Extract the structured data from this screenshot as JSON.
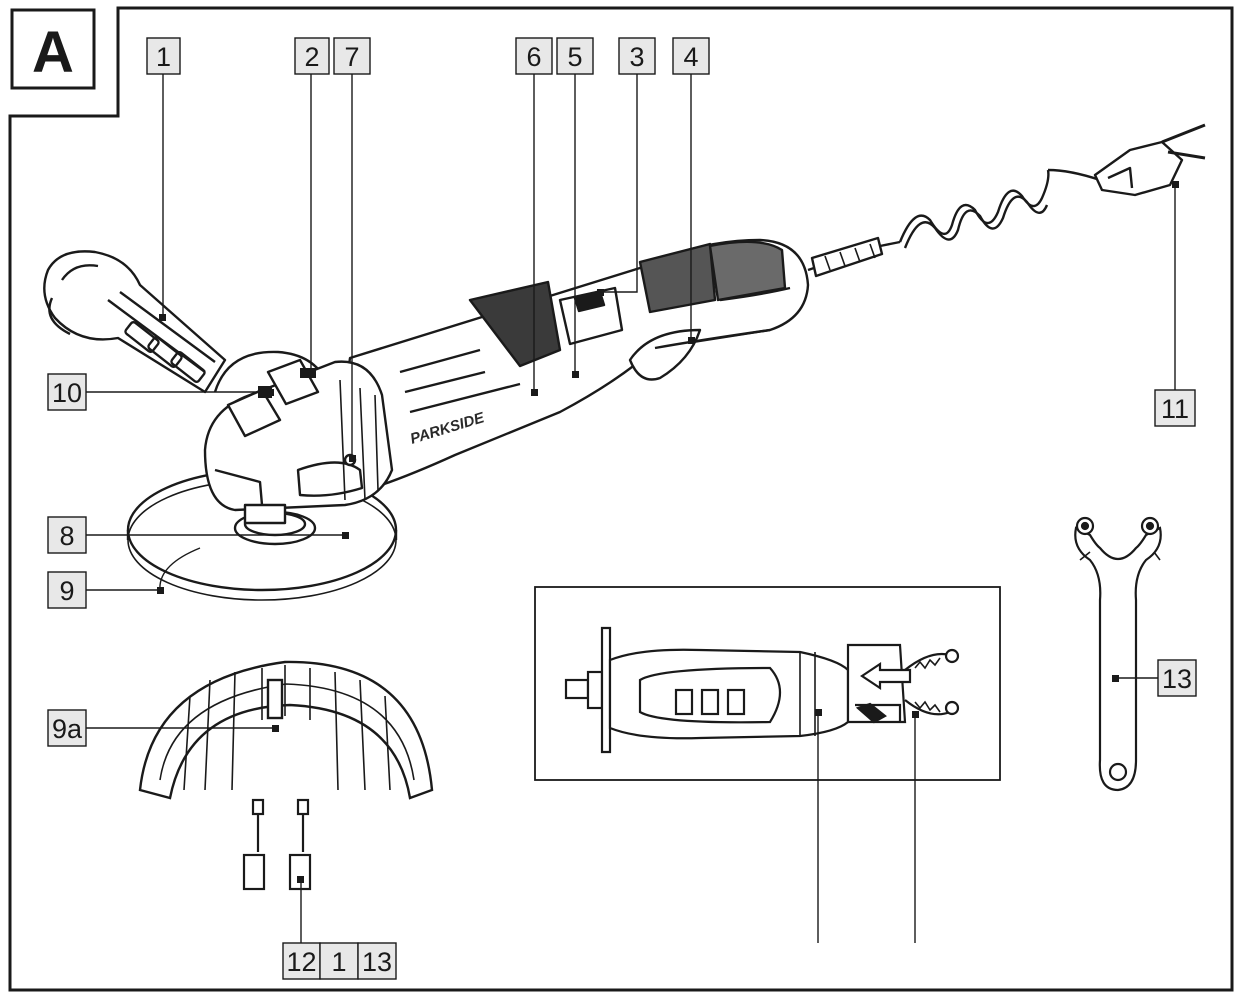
{
  "figure": {
    "panel_letter": "A",
    "brand_text": "PARKSIDE",
    "colors": {
      "ink": "#1a1a1a",
      "label_fill": "#e8e8e8",
      "line": "#1a1a1a"
    }
  },
  "callouts": {
    "c1": "1",
    "c2": "2",
    "c7": "7",
    "c6": "6",
    "c5": "5",
    "c3": "3",
    "c4": "4",
    "c10": "10",
    "c11": "11",
    "c8": "8",
    "c9": "9",
    "c9a": "9a",
    "c13_wrench": "13",
    "c12_bottom": "12",
    "c1_bottom": "1",
    "c13_bottom": "13"
  }
}
